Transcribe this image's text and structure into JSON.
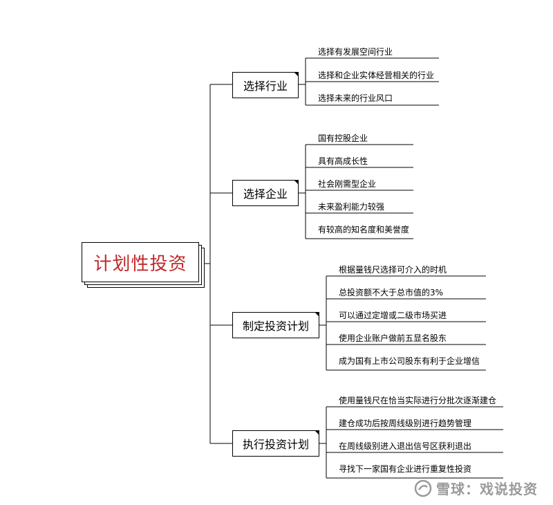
{
  "root": {
    "label": "计划性投资"
  },
  "branches": [
    {
      "label": "选择行业",
      "leaves": [
        "选择有发展空间行业",
        "选择和企业实体经营相关的行业",
        "选择未来的行业风口"
      ]
    },
    {
      "label": "选择企业",
      "leaves": [
        "国有控股企业",
        "具有高成长性",
        "社会刚需型企业",
        "未来盈利能力较强",
        "有较高的知名度和美誉度"
      ]
    },
    {
      "label": "制定投资计划",
      "leaves": [
        "根据量钱尺选择可介入的时机",
        "总投资额不大于总市值的3%",
        "可以通过定增或二级市场买进",
        "使用企业账户做前五显名股东",
        "成为国有上市公司股东有利于企业增信"
      ]
    },
    {
      "label": "执行投资计划",
      "leaves": [
        "使用量钱尺在恰当实际进行分批次逐渐建仓",
        "建仓成功后按周线级别进行趋势管理",
        "在周线级别进入退出信号区获利退出",
        "寻找下一家国有企业进行重复性投资"
      ]
    }
  ],
  "watermark": {
    "text": "雪球：戏说投资",
    "icon": "snowball-logo-icon"
  }
}
